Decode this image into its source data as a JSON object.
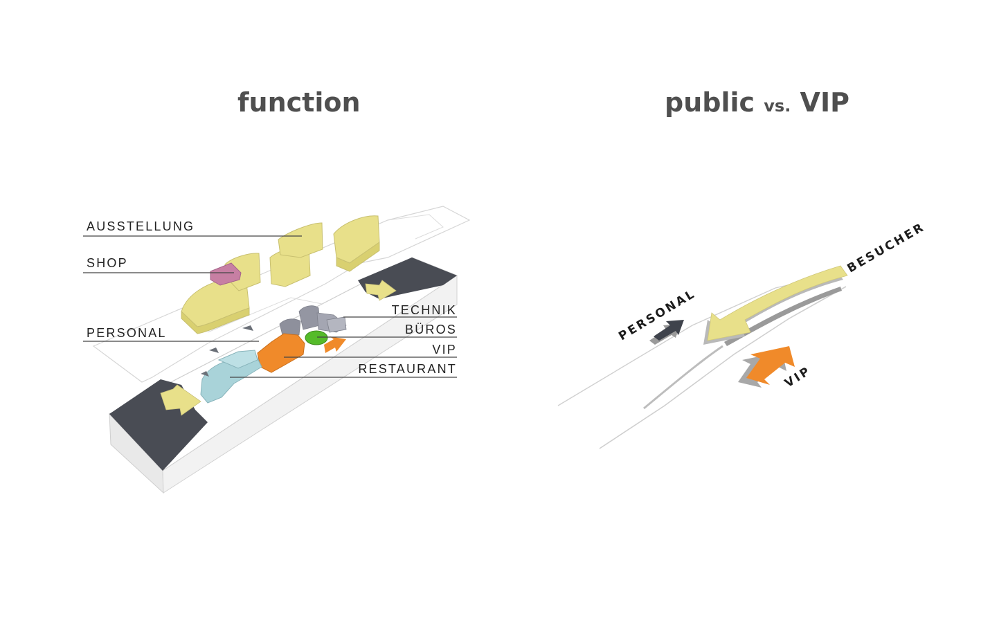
{
  "titles": {
    "left": "function",
    "right_main": "public",
    "right_vs": "vs.",
    "right_end": "VIP"
  },
  "function_labels": {
    "ausstellung": "AUSSTELLUNG",
    "shop": "SHOP",
    "personal": "PERSONAL",
    "technik": "TECHNIK",
    "bueros": "BÜROS",
    "vip": "VIP",
    "restaurant": "RESTAURANT"
  },
  "flow_labels": {
    "personal": "PERSONAL",
    "besucher": "BESUCHER",
    "vip": "VIP"
  },
  "colors": {
    "ausstellung": "#e8e08a",
    "shop": "#c77fa3",
    "restaurant": "#a9d3d9",
    "vip": "#f08a2a",
    "bueros": "#8e909c",
    "technik": "#b4b6c0",
    "green": "#55bb2a",
    "dark_roof": "#4a4d55",
    "label_text": "#222222"
  }
}
